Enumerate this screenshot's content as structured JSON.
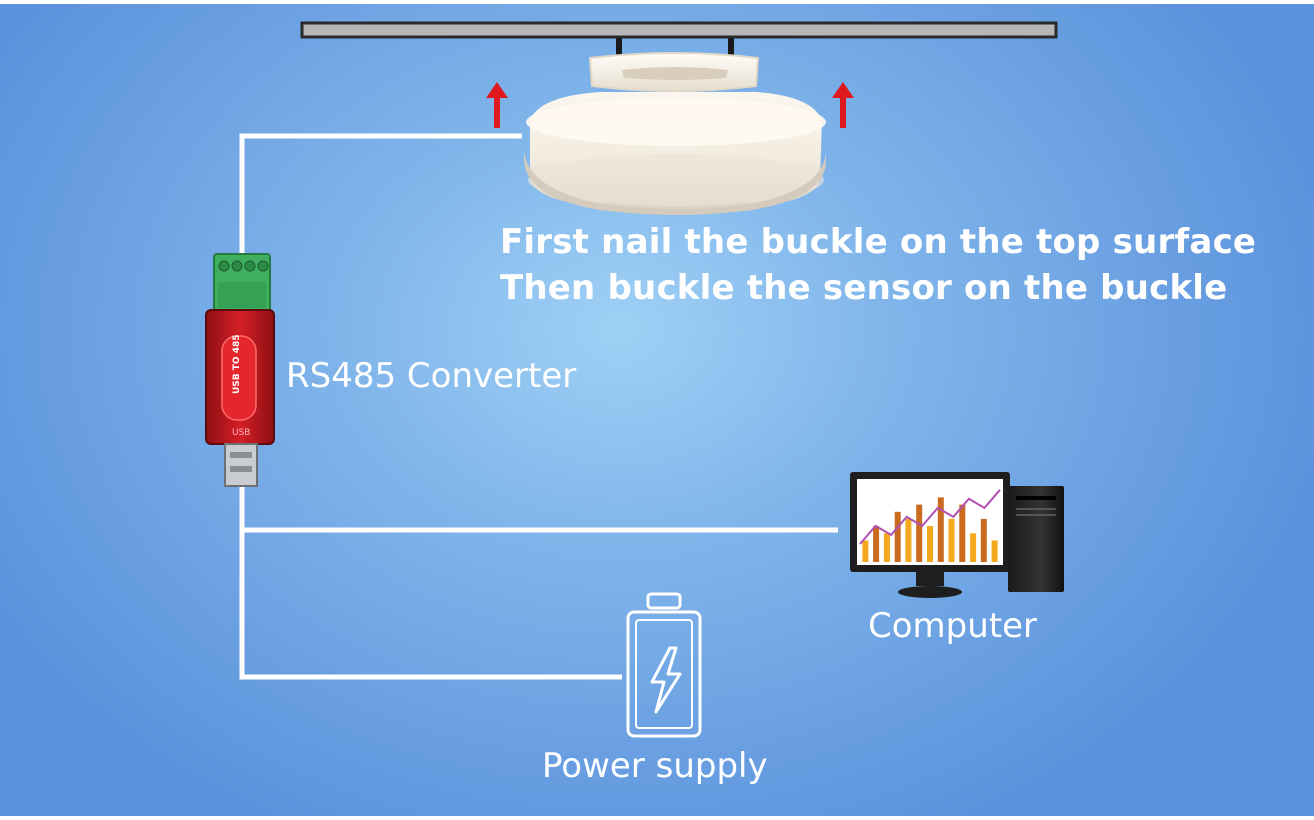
{
  "instructions": {
    "line1": "First nail the buckle on the top surface",
    "line2": "Then buckle the sensor on the buckle"
  },
  "labels": {
    "converter": "RS485 Converter",
    "computer": "Computer",
    "power": "Power supply"
  },
  "device_printing": {
    "converter_title": "USB TO 485",
    "usb": "USB"
  },
  "monitor_chart": {
    "bars": [
      3,
      5,
      4,
      7,
      6,
      8,
      5,
      9,
      6,
      8,
      4,
      6,
      3
    ],
    "line": [
      2,
      4,
      3,
      5,
      4,
      6,
      5,
      7,
      6,
      8
    ]
  },
  "colors": {
    "background": "#7fb4ea",
    "wire": "#ffffff",
    "arrow": "#e0191e",
    "terminal": "#3fae5f",
    "converter_body": "#c81e24",
    "bar_orange": "#f4a81d",
    "bar_dark": "#c96a1e",
    "line_purple": "#b04fb0"
  },
  "icons": [
    "ceiling-rail",
    "ceiling-bracket",
    "up-arrow-icon",
    "sensor-dome",
    "rs485-converter",
    "computer-monitor-icon",
    "pc-tower-icon",
    "battery-icon",
    "lightning-icon"
  ]
}
